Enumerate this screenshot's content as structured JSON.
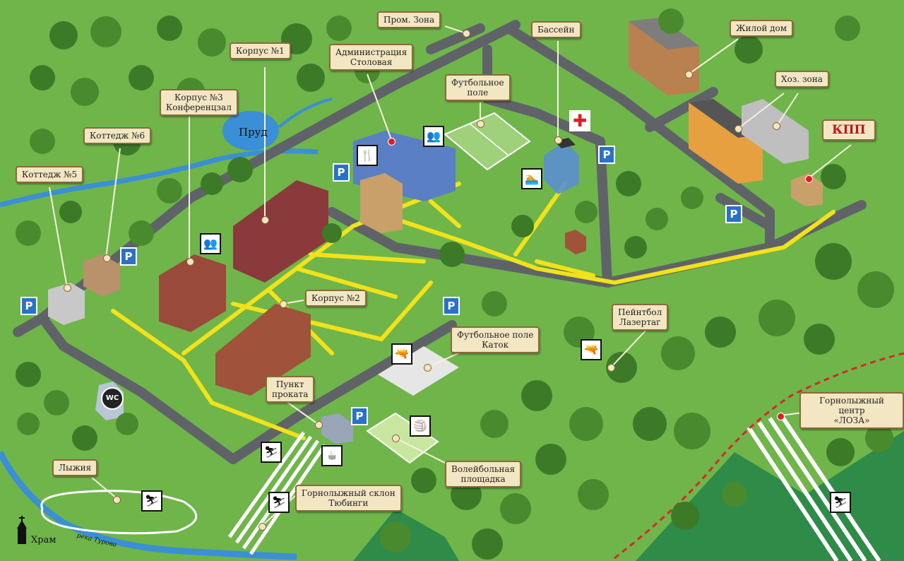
{
  "labels": {
    "prom_zona": "Пром. Зона",
    "bassein": "Бассейн",
    "zhiloy_dom": "Жилой дом",
    "korpus1": "Корпус №1",
    "administraciya": "Администрация\nСтоловая",
    "futbolnoe_pole": "Футбольное\nполе",
    "hoz_zona": "Хоз. зона",
    "kpp": "КПП",
    "korpus3": "Корпус №3\nКонференцзал",
    "kottedzh6": "Коттедж №6",
    "prud": "Пруд",
    "kottedzh5": "Коттедж №5",
    "korpus2": "Корпус №2",
    "peyntbol": "Пейнтбол\nЛазертаг",
    "futbol_katok": "Футбольное поле\nКаток",
    "punkt_prokata": "Пункт\nпроката",
    "gornolyzhny_centr": "Горнолыжный центр\n«ЛОЗА»",
    "lyzhiya": "Лыжия",
    "voleybol": "Волейбольная\nплощадка",
    "gorn_sklon": "Горнолыжный склон\nТюбинги",
    "hram": "Храм",
    "reka": "река Турова",
    "wc": "WC",
    "parking": "P"
  },
  "icons": [
    "first-aid-cross-icon",
    "swimming-icon",
    "restaurant-icon",
    "people-icon",
    "conference-icon",
    "paintball-icon",
    "skiing-icon",
    "volleyball-icon",
    "tubing-icon",
    "cafe-icon",
    "church-icon",
    "wc-icon",
    "parking-icon"
  ],
  "colors": {
    "grass": "#6fb54a",
    "road": "#5f6368",
    "path": "#f2e21a",
    "water": "#3a8fd6",
    "label_bg": "#f3e6c2",
    "kpp_text": "#c0141a",
    "ski_route": "#d8262c"
  }
}
